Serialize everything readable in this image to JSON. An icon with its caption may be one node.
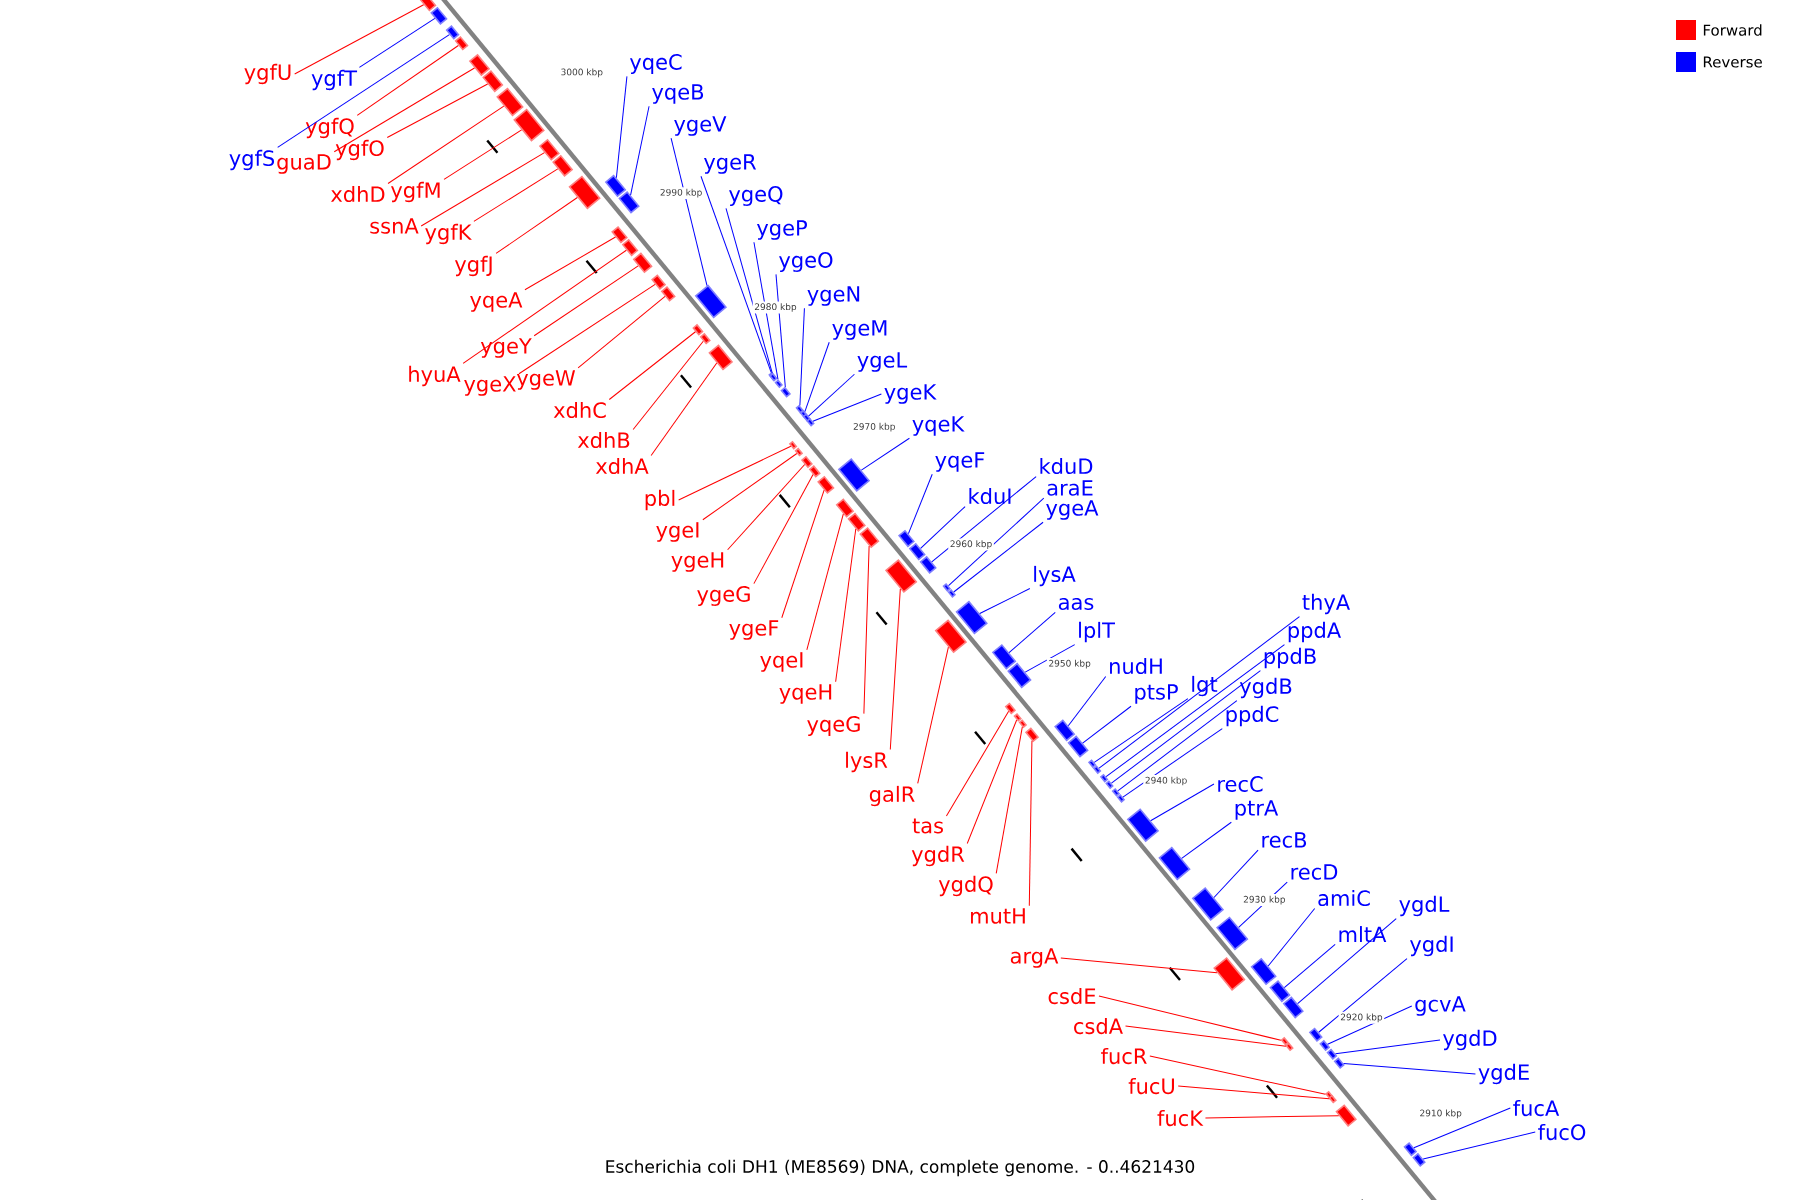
{
  "diagram": {
    "caption": "Escherichia coli DH1 (ME8569) DNA, complete genome. - 0..4621430",
    "nodes": [
      {
        "text": [
          "ygfU"
        ]
      },
      {
        "text": [
          "ygfT"
        ]
      },
      {
        "text": [
          "ygfQ"
        ]
      },
      {
        "text": [
          "ygfS"
        ]
      },
      {
        "text": [
          "guaD"
        ]
      },
      {
        "text": [
          "ygfO"
        ]
      },
      {
        "text": [
          "xdhD"
        ]
      },
      {
        "text": [
          "ygfM"
        ]
      },
      {
        "text": [
          "ssnA"
        ]
      },
      {
        "text": [
          "ygfK"
        ]
      },
      {
        "text": [
          "ygfJ"
        ]
      },
      {
        "text": [
          "yqeA"
        ]
      },
      {
        "text": [
          "ygeY"
        ]
      },
      {
        "text": [
          "hyuA"
        ]
      },
      {
        "text": [
          "ygeX"
        ]
      },
      {
        "text": [
          "ygeW"
        ]
      },
      {
        "text": [
          "xdhC"
        ]
      },
      {
        "text": [
          "xdhB"
        ]
      },
      {
        "text": [
          "xdhA"
        ]
      },
      {
        "text": [
          "pbl"
        ]
      },
      {
        "text": [
          "ygeI"
        ]
      },
      {
        "text": [
          "ygeH"
        ]
      },
      {
        "text": [
          "ygeG"
        ]
      },
      {
        "text": [
          "ygeF"
        ]
      },
      {
        "text": [
          "yqeI"
        ]
      },
      {
        "text": [
          "yqeH"
        ]
      },
      {
        "text": [
          "yqeG"
        ]
      },
      {
        "text": [
          "lysR"
        ]
      },
      {
        "text": [
          "galR"
        ]
      },
      {
        "text": [
          "tas"
        ]
      },
      {
        "text": [
          "ygdR"
        ]
      },
      {
        "text": [
          "ygdQ"
        ]
      },
      {
        "text": [
          "mutH"
        ]
      },
      {
        "text": [
          "argA"
        ]
      },
      {
        "text": [
          "csdE"
        ]
      },
      {
        "text": [
          "csdA"
        ]
      },
      {
        "text": [
          "fucR"
        ]
      },
      {
        "text": [
          "fucU"
        ]
      },
      {
        "text": [
          "fucK"
        ]
      },
      {
        "text": [
          "yqeC"
        ]
      },
      {
        "text": [
          "yqeB"
        ]
      },
      {
        "text": [
          "ygeV"
        ]
      },
      {
        "text": [
          "ygeR"
        ]
      },
      {
        "text": [
          "ygeQ"
        ]
      },
      {
        "text": [
          "ygeP"
        ]
      },
      {
        "text": [
          "ygeO"
        ]
      },
      {
        "text": [
          "ygeN"
        ]
      },
      {
        "text": [
          "ygeM"
        ]
      },
      {
        "text": [
          "ygeL"
        ]
      },
      {
        "text": [
          "ygeK"
        ]
      },
      {
        "text": [
          "yqeK"
        ]
      },
      {
        "text": [
          "yqeF"
        ]
      },
      {
        "text": [
          "kduI"
        ]
      },
      {
        "text": [
          "kduD"
        ]
      },
      {
        "text": [
          "araE"
        ]
      },
      {
        "text": [
          "ygeA"
        ]
      },
      {
        "text": [
          "lysA"
        ]
      },
      {
        "text": [
          "aas"
        ]
      },
      {
        "text": [
          "lplT"
        ]
      },
      {
        "text": [
          "nudH"
        ]
      },
      {
        "text": [
          "ptsP"
        ]
      },
      {
        "text": [
          "lgt"
        ]
      },
      {
        "text": [
          "thyA"
        ]
      },
      {
        "text": [
          "ppdA"
        ]
      },
      {
        "text": [
          "ppdB"
        ]
      },
      {
        "text": [
          "ygdB"
        ]
      },
      {
        "text": [
          "ppdC"
        ]
      },
      {
        "text": [
          "recC"
        ]
      },
      {
        "text": [
          "ptrA"
        ]
      },
      {
        "text": [
          "recB"
        ]
      },
      {
        "text": [
          "recD"
        ]
      },
      {
        "text": [
          "amiC"
        ]
      },
      {
        "text": [
          "mltA"
        ]
      },
      {
        "text": [
          "ygdL"
        ]
      },
      {
        "text": [
          "ygdI"
        ]
      },
      {
        "text": [
          "gcvA"
        ]
      },
      {
        "text": [
          "ygdD"
        ]
      },
      {
        "text": [
          "ygdE"
        ]
      },
      {
        "text": [
          "fucA"
        ]
      },
      {
        "text": [
          "fucO"
        ]
      },
      {
        "text": [],
        "shape": "box"
      },
      {
        "text": [],
        "shape": "box"
      },
      {
        "text": [],
        "shape": "box"
      },
      {
        "text": [],
        "shape": "box"
      },
      {
        "text": [],
        "shape": "box"
      },
      {
        "text": [],
        "shape": "box"
      },
      {
        "text": [],
        "shape": "box"
      },
      {
        "text": [],
        "shape": "box"
      },
      {
        "text": [],
        "shape": "box"
      },
      {
        "text": [],
        "shape": "box"
      },
      {
        "text": [],
        "shape": "box"
      },
      {
        "text": [],
        "shape": "box"
      },
      {
        "text": [],
        "shape": "box"
      },
      {
        "text": [],
        "shape": "box"
      },
      {
        "text": [],
        "shape": "box"
      },
      {
        "text": [],
        "shape": "box"
      },
      {
        "text": [],
        "shape": "box"
      },
      {
        "text": [],
        "shape": "box"
      },
      {
        "text": [],
        "shape": "box"
      },
      {
        "text": [],
        "shape": "box"
      },
      {
        "text": [],
        "shape": "box"
      },
      {
        "text": [],
        "shape": "box"
      },
      {
        "text": [],
        "shape": "box"
      },
      {
        "text": [],
        "shape": "box"
      },
      {
        "text": [],
        "shape": "box"
      },
      {
        "text": [],
        "shape": "box"
      },
      {
        "text": [],
        "shape": "box"
      },
      {
        "text": [],
        "shape": "box"
      },
      {
        "text": [],
        "shape": "box"
      },
      {
        "text": [],
        "shape": "box"
      },
      {
        "text": [],
        "shape": "box"
      },
      {
        "text": [],
        "shape": "box"
      },
      {
        "text": [],
        "shape": "box"
      },
      {
        "text": [],
        "shape": "box"
      },
      {
        "text": [],
        "shape": "box"
      },
      {
        "text": [],
        "shape": "box"
      },
      {
        "text": [],
        "shape": "box"
      },
      {
        "text": [],
        "shape": "box"
      },
      {
        "text": [],
        "shape": "box"
      },
      {
        "text": [],
        "shape": "box"
      },
      {
        "text": [],
        "shape": "box"
      },
      {
        "text": [],
        "shape": "box"
      },
      {
        "text": [],
        "shape": "box"
      },
      {
        "text": [],
        "shape": "box"
      },
      {
        "text": [],
        "shape": "box"
      },
      {
        "text": [],
        "shape": "box"
      },
      {
        "text": [],
        "shape": "box"
      },
      {
        "text": [],
        "shape": "box"
      },
      {
        "text": [],
        "shape": "box"
      },
      {
        "text": [],
        "shape": "box"
      },
      {
        "text": [],
        "shape": "box"
      },
      {
        "text": [],
        "shape": "box"
      },
      {
        "text": [],
        "shape": "box"
      },
      {
        "text": [],
        "shape": "box"
      },
      {
        "text": [],
        "shape": "box"
      },
      {
        "text": [],
        "shape": "box"
      },
      {
        "text": [],
        "shape": "box"
      },
      {
        "text": [],
        "shape": "box"
      },
      {
        "text": [],
        "shape": "box"
      },
      {
        "text": [],
        "shape": "box"
      },
      {
        "text": [],
        "shape": "box"
      },
      {
        "text": [],
        "shape": "box"
      },
      {
        "text": [],
        "shape": "box"
      },
      {
        "text": [],
        "shape": "box"
      },
      {
        "text": [],
        "shape": "box"
      },
      {
        "text": [],
        "shape": "box"
      },
      {
        "text": [],
        "shape": "box"
      },
      {
        "text": [],
        "shape": "box"
      },
      {
        "text": [],
        "shape": "box"
      },
      {
        "text": [],
        "shape": "box"
      },
      {
        "text": [],
        "shape": "box"
      },
      {
        "text": [],
        "shape": "box"
      },
      {
        "text": [],
        "shape": "box"
      },
      {
        "text": [],
        "shape": "box"
      },
      {
        "text": [],
        "shape": "box"
      },
      {
        "text": [],
        "shape": "box"
      },
      {
        "text": [],
        "shape": "box"
      },
      {
        "text": [],
        "shape": "box"
      },
      {
        "text": [],
        "shape": "box"
      },
      {
        "text": [],
        "shape": "box"
      }
    ],
    "edges": [
      {
        "from": 0,
        "to": 80,
        "arrow": "none",
        "color": "#ff0000"
      },
      {
        "from": 1,
        "to": 81,
        "arrow": "none",
        "color": "#0000ff"
      },
      {
        "from": 2,
        "to": 83,
        "arrow": "none",
        "color": "#ff0000"
      },
      {
        "from": 3,
        "to": 82,
        "arrow": "none",
        "color": "#0000ff"
      },
      {
        "from": 4,
        "to": 84,
        "arrow": "none",
        "color": "#ff0000"
      },
      {
        "from": 5,
        "to": 85,
        "arrow": "none",
        "color": "#ff0000"
      },
      {
        "from": 6,
        "to": 86,
        "arrow": "none",
        "color": "#ff0000"
      },
      {
        "from": 7,
        "to": 87,
        "arrow": "none",
        "color": "#ff0000"
      },
      {
        "from": 8,
        "to": 88,
        "arrow": "none",
        "color": "#ff0000"
      },
      {
        "from": 9,
        "to": 91,
        "arrow": "none",
        "color": "#ff0000"
      },
      {
        "from": 10,
        "to": 92,
        "arrow": "none",
        "color": "#ff0000"
      },
      {
        "from": 11,
        "to": 93,
        "arrow": "none",
        "color": "#ff0000"
      },
      {
        "from": 12,
        "to": 96,
        "arrow": "none",
        "color": "#ff0000"
      },
      {
        "from": 13,
        "to": 94,
        "arrow": "none",
        "color": "#ff0000"
      },
      {
        "from": 14,
        "to": 97,
        "arrow": "none",
        "color": "#ff0000"
      },
      {
        "from": 15,
        "to": 98,
        "arrow": "none",
        "color": "#ff0000"
      },
      {
        "from": 16,
        "to": 99,
        "arrow": "none",
        "color": "#ff0000"
      },
      {
        "from": 17,
        "to": 101,
        "arrow": "none",
        "color": "#ff0000"
      },
      {
        "from": 18,
        "to": 105,
        "arrow": "none",
        "color": "#ff0000"
      },
      {
        "from": 19,
        "to": 111,
        "arrow": "none",
        "color": "#ff0000"
      },
      {
        "from": 20,
        "to": 112,
        "arrow": "none",
        "color": "#ff0000"
      },
      {
        "from": 21,
        "to": 113,
        "arrow": "none",
        "color": "#ff0000"
      },
      {
        "from": 22,
        "to": 114,
        "arrow": "none",
        "color": "#ff0000"
      },
      {
        "from": 23,
        "to": 115,
        "arrow": "none",
        "color": "#ff0000"
      },
      {
        "from": 24,
        "to": 118,
        "arrow": "none",
        "color": "#ff0000"
      },
      {
        "from": 25,
        "to": 120,
        "arrow": "none",
        "color": "#ff0000"
      },
      {
        "from": 26,
        "to": 121,
        "arrow": "none",
        "color": "#ff0000"
      },
      {
        "from": 27,
        "to": 124,
        "arrow": "none",
        "color": "#ff0000"
      },
      {
        "from": 28,
        "to": 127,
        "arrow": "none",
        "color": "#ff0000"
      },
      {
        "from": 29,
        "to": 131,
        "arrow": "none",
        "color": "#ff0000"
      },
      {
        "from": 30,
        "to": 133,
        "arrow": "none",
        "color": "#ff0000"
      },
      {
        "from": 31,
        "to": 134,
        "arrow": "none",
        "color": "#ff0000"
      },
      {
        "from": 32,
        "to": 137,
        "arrow": "none",
        "color": "#ff0000"
      },
      {
        "from": 33,
        "to": 148,
        "arrow": "none",
        "color": "#ff0000"
      },
      {
        "from": 34,
        "to": 153,
        "arrow": "none",
        "color": "#ff0000"
      },
      {
        "from": 35,
        "to": 154,
        "arrow": "none",
        "color": "#ff0000"
      },
      {
        "from": 36,
        "to": 155,
        "arrow": "none",
        "color": "#ff0000"
      },
      {
        "from": 37,
        "to": 156,
        "arrow": "none",
        "color": "#ff0000"
      },
      {
        "from": 38,
        "to": 159,
        "arrow": "none",
        "color": "#ff0000"
      },
      {
        "from": 39,
        "to": 89,
        "arrow": "none",
        "color": "#0000ff"
      },
      {
        "from": 40,
        "to": 90,
        "arrow": "none",
        "color": "#0000ff"
      },
      {
        "from": 41,
        "to": 95,
        "arrow": "none",
        "color": "#0000ff"
      },
      {
        "from": 42,
        "to": 100,
        "arrow": "none",
        "color": "#0000ff"
      },
      {
        "from": 43,
        "to": 102,
        "arrow": "none",
        "color": "#0000ff"
      },
      {
        "from": 44,
        "to": 103,
        "arrow": "none",
        "color": "#0000ff"
      },
      {
        "from": 45,
        "to": 104,
        "arrow": "none",
        "color": "#0000ff"
      },
      {
        "from": 46,
        "to": 106,
        "arrow": "none",
        "color": "#0000ff"
      },
      {
        "from": 47,
        "to": 107,
        "arrow": "none",
        "color": "#0000ff"
      },
      {
        "from": 48,
        "to": 108,
        "arrow": "none",
        "color": "#0000ff"
      },
      {
        "from": 49,
        "to": 109,
        "arrow": "none",
        "color": "#0000ff"
      },
      {
        "from": 50,
        "to": 110,
        "arrow": "none",
        "color": "#0000ff"
      },
      {
        "from": 51,
        "to": 116,
        "arrow": "none",
        "color": "#0000ff"
      },
      {
        "from": 52,
        "to": 117,
        "arrow": "none",
        "color": "#0000ff"
      },
      {
        "from": 53,
        "to": 119,
        "arrow": "none",
        "color": "#0000ff"
      },
      {
        "from": 54,
        "to": 122,
        "arrow": "none",
        "color": "#0000ff"
      },
      {
        "from": 55,
        "to": 123,
        "arrow": "none",
        "color": "#0000ff"
      },
      {
        "from": 56,
        "to": 125,
        "arrow": "none",
        "color": "#0000ff"
      },
      {
        "from": 57,
        "to": 126,
        "arrow": "none",
        "color": "#0000ff"
      },
      {
        "from": 58,
        "to": 128,
        "arrow": "none",
        "color": "#0000ff"
      },
      {
        "from": 59,
        "to": 129,
        "arrow": "none",
        "color": "#0000ff"
      },
      {
        "from": 60,
        "to": 130,
        "arrow": "none",
        "color": "#0000ff"
      },
      {
        "from": 61,
        "to": 132,
        "arrow": "none",
        "color": "#0000ff"
      },
      {
        "from": 62,
        "to": 135,
        "arrow": "none",
        "color": "#0000ff"
      },
      {
        "from": 63,
        "to": 136,
        "arrow": "none",
        "color": "#0000ff"
      },
      {
        "from": 64,
        "to": 138,
        "arrow": "none",
        "color": "#0000ff"
      },
      {
        "from": 65,
        "to": 139,
        "arrow": "none",
        "color": "#0000ff"
      },
      {
        "from": 66,
        "to": 140,
        "arrow": "none",
        "color": "#0000ff"
      },
      {
        "from": 67,
        "to": 141,
        "arrow": "none",
        "color": "#0000ff"
      },
      {
        "from": 68,
        "to": 142,
        "arrow": "none",
        "color": "#0000ff"
      },
      {
        "from": 69,
        "to": 143,
        "arrow": "none",
        "color": "#0000ff"
      },
      {
        "from": 70,
        "to": 144,
        "arrow": "none",
        "color": "#0000ff"
      },
      {
        "from": 71,
        "to": 145,
        "arrow": "none",
        "color": "#0000ff"
      },
      {
        "from": 72,
        "to": 146,
        "arrow": "none",
        "color": "#0000ff"
      },
      {
        "from": 73,
        "to": 147,
        "arrow": "none",
        "color": "#0000ff"
      },
      {
        "from": 74,
        "to": 149,
        "arrow": "none",
        "color": "#0000ff"
      },
      {
        "from": 75,
        "to": 150,
        "arrow": "none",
        "color": "#0000ff"
      },
      {
        "from": 76,
        "to": 151,
        "arrow": "none",
        "color": "#0000ff"
      },
      {
        "from": 77,
        "to": 152,
        "arrow": "none",
        "color": "#0000ff"
      },
      {
        "from": 78,
        "to": 157,
        "arrow": "none",
        "color": "#0000ff"
      },
      {
        "from": 79,
        "to": 158,
        "arrow": "none",
        "color": "#0000ff"
      }
    ],
    "labels": [
      "3000 kbp",
      "2990 kbp",
      "2980 kbp",
      "2970 kbp",
      "2960 kbp",
      "2950 kbp",
      "2940 kbp",
      "2930 kbp",
      "2920 kbp",
      "2910 kbp"
    ],
    "legend": [
      {
        "text": "Forward",
        "color": "#ff0000"
      },
      {
        "text": "Reverse",
        "color": "#0000ff"
      }
    ]
  }
}
